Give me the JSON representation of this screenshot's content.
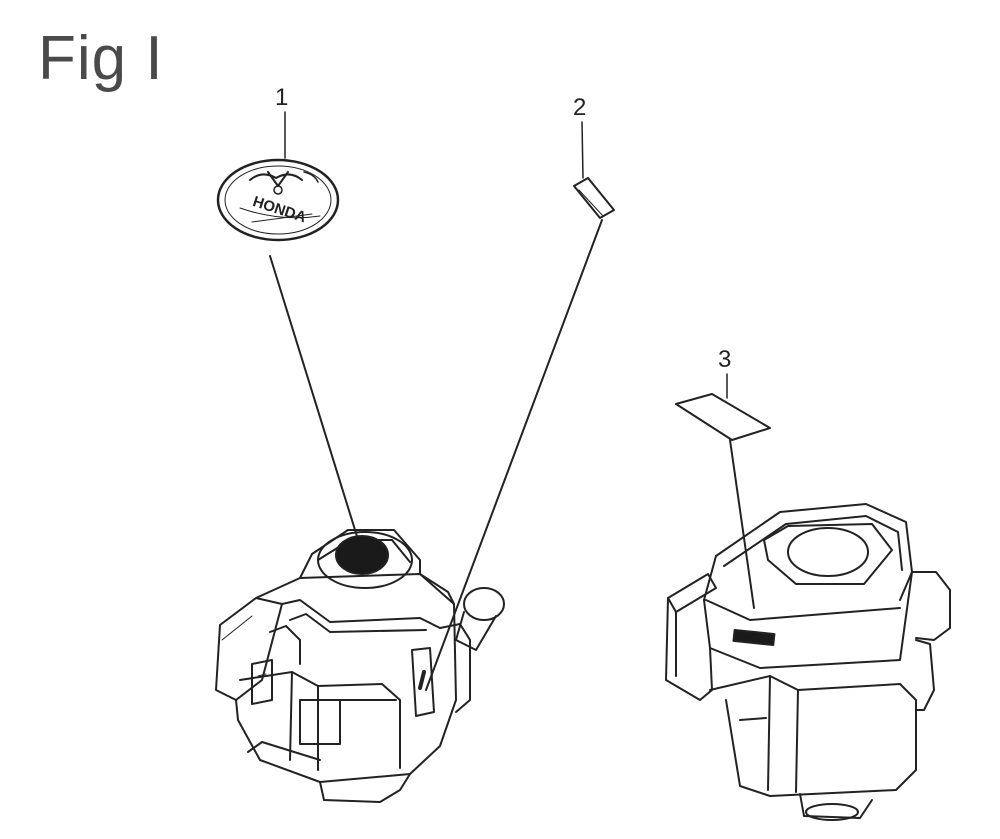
{
  "figure": {
    "title": "Fig I",
    "callouts": [
      {
        "number": "1",
        "part": "emblem-decal"
      },
      {
        "number": "2",
        "part": "small-label"
      },
      {
        "number": "3",
        "part": "rectangular-label"
      }
    ],
    "emblem_text": "HONDA"
  },
  "colors": {
    "line": "#222222",
    "title": "#4a4a4a",
    "background": "#ffffff"
  }
}
